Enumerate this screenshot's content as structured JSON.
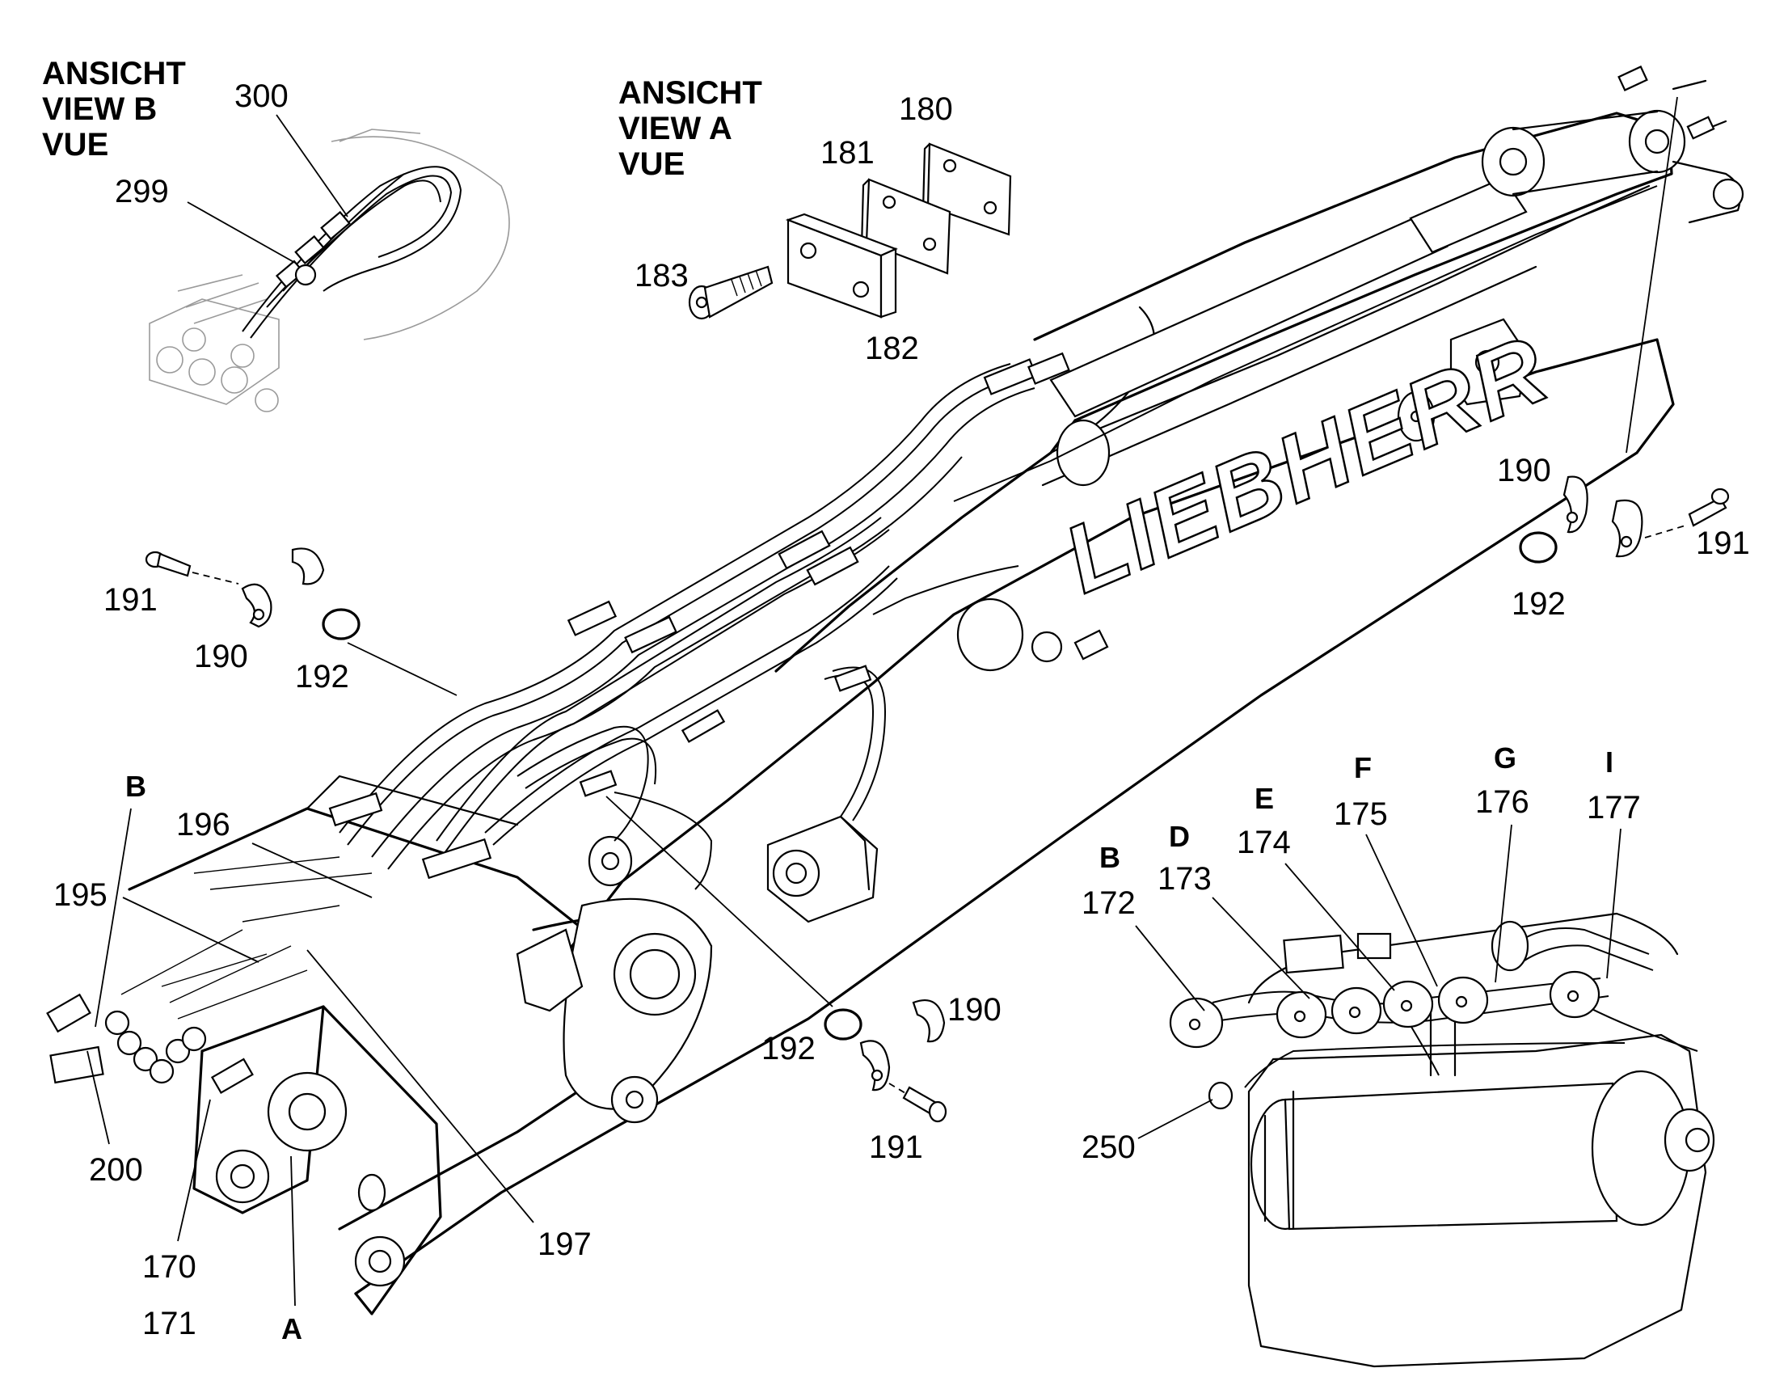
{
  "view_b": {
    "title_lines": [
      "ANSICHT",
      "VIEW  B",
      "VUE"
    ],
    "labels": [
      "300",
      "299"
    ]
  },
  "view_a": {
    "title_lines": [
      "ANSICHT",
      "VIEW  A",
      "VUE"
    ],
    "labels": [
      "180",
      "181",
      "183",
      "182"
    ]
  },
  "clamp_groups": [
    {
      "labels": [
        "191",
        "190",
        "192"
      ]
    },
    {
      "labels": [
        "190",
        "191",
        "192"
      ]
    },
    {
      "labels": [
        "192",
        "190",
        "191"
      ]
    }
  ],
  "main_labels": [
    "196",
    "195",
    "200",
    "170",
    "171",
    "197"
  ],
  "main_letters": [
    "B",
    "A"
  ],
  "brand_text": "LIEBHERR",
  "detail": {
    "letters": [
      "B",
      "D",
      "E",
      "F",
      "G",
      "I"
    ],
    "labels": [
      "172",
      "173",
      "174",
      "175",
      "176",
      "177",
      "250"
    ]
  }
}
